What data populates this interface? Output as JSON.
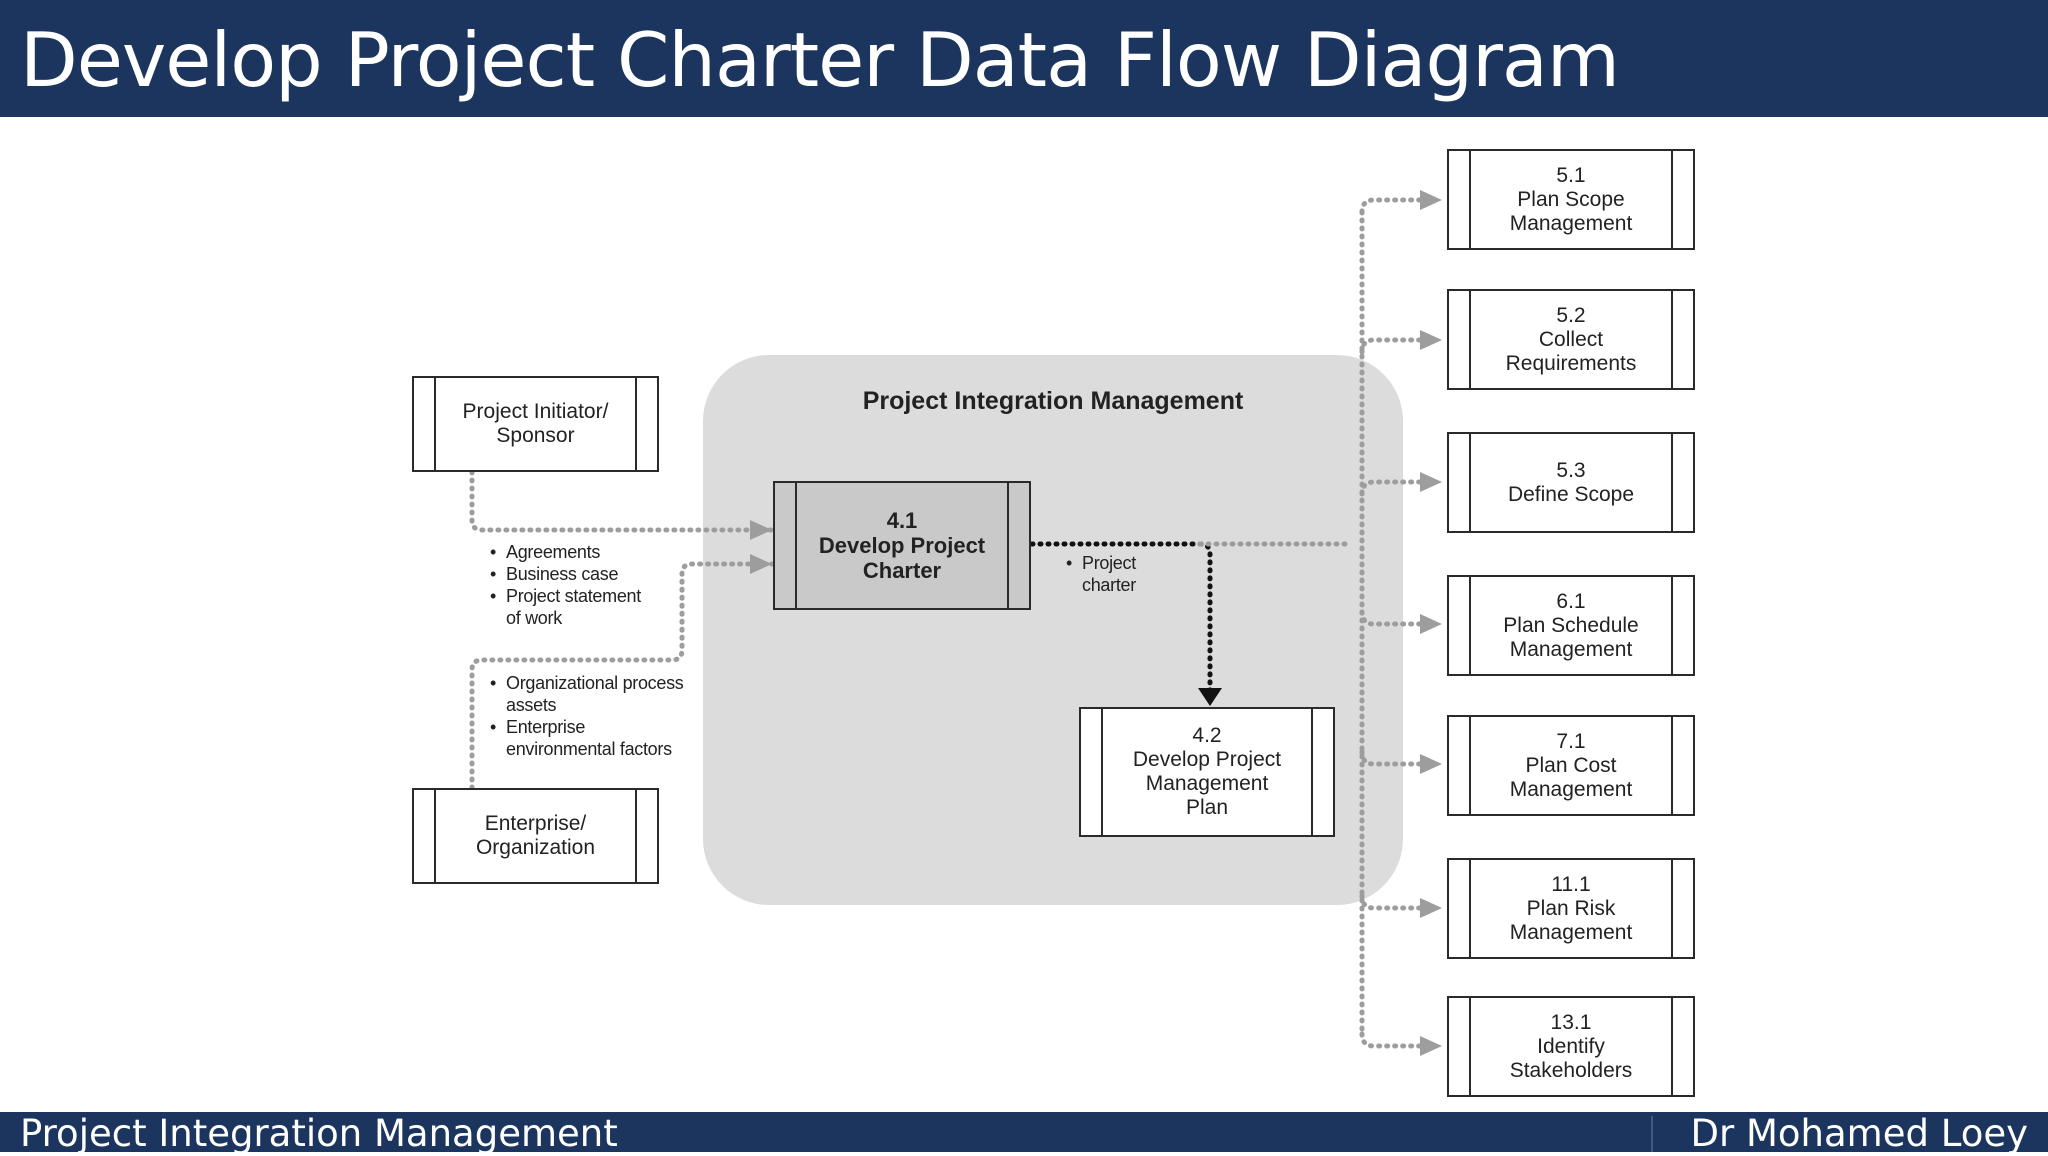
{
  "header": {
    "title": "Develop Project Charter Data Flow Diagram"
  },
  "footer": {
    "left": "Project Integration Management",
    "right": "Dr Mohamed Loey"
  },
  "diagram": {
    "region_title": "Project Integration Management",
    "sources": {
      "initiator": [
        "Project Initiator/",
        "Sponsor"
      ],
      "enterprise": [
        "Enterprise/",
        "Organization"
      ]
    },
    "inputs_top": [
      "Agreements",
      "Business case",
      "Project statement",
      "of work"
    ],
    "inputs_bottom": [
      "Organizational process",
      "assets",
      "Enterprise",
      "environmental factors"
    ],
    "main_process": [
      "4.1",
      "Develop Project",
      "Charter"
    ],
    "output": [
      "Project",
      "charter"
    ],
    "develop_pm_plan": [
      "4.2",
      "Develop Project",
      "Management",
      "Plan"
    ],
    "targets": [
      [
        "5.1",
        "Plan Scope",
        "Management"
      ],
      [
        "5.2",
        "Collect",
        "Requirements"
      ],
      [
        "5.3",
        "Define Scope"
      ],
      [
        "6.1",
        "Plan Schedule",
        "Management"
      ],
      [
        "7.1",
        "Plan Cost",
        "Management"
      ],
      [
        "11.1",
        "Plan Risk",
        "Management"
      ],
      [
        "13.1",
        "Identify",
        "Stakeholders"
      ]
    ]
  },
  "colors": {
    "header_bg": "#1c355e",
    "region_bg": "#dcdcdd",
    "main_process_bg": "#c9c9ca",
    "flow_gray": "#9d9d9d",
    "flow_black": "#111111"
  }
}
